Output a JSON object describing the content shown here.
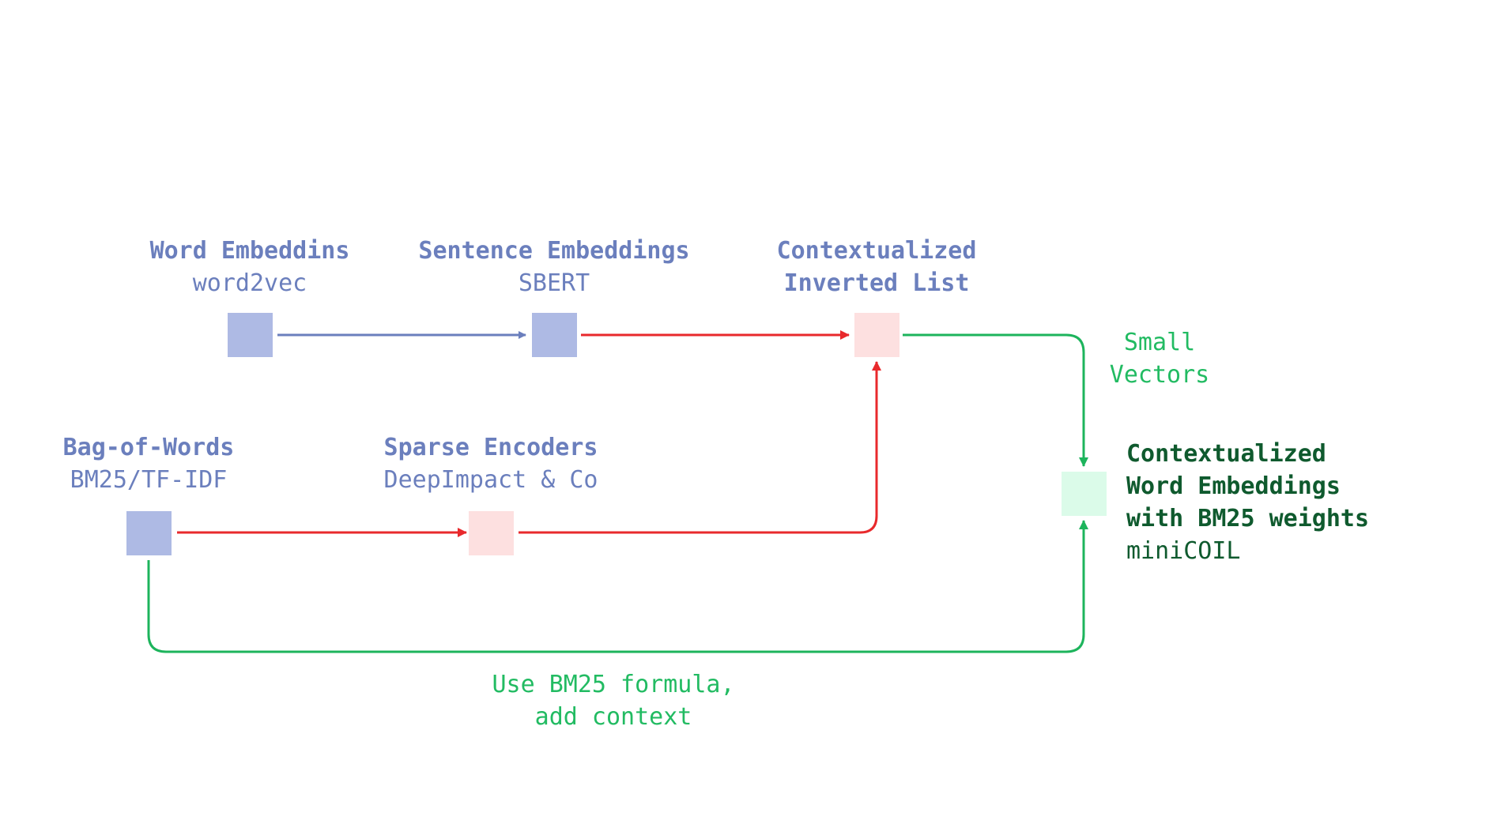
{
  "colors": {
    "blue_node": "#aebae4",
    "pink_node": "#fde0e0",
    "mint_node": "#dbfbe9",
    "blue_text": "#6b7fbd",
    "blue_edge": "#6b7fbd",
    "red_edge": "#e8292c",
    "green_edge": "#1db45c",
    "green_label": "#22bb62",
    "dark_green_text": "#0f5a2e"
  },
  "nodes": {
    "word_embeddings": {
      "title": "Word Embeddins",
      "subtitle": "word2vec"
    },
    "sentence_embeddings": {
      "title": "Sentence Embeddings",
      "subtitle": "SBERT"
    },
    "contextualized_inverted_list": {
      "title_line1": "Contextualized",
      "title_line2": "Inverted List"
    },
    "bag_of_words": {
      "title": "Bag-of-Words",
      "subtitle": "BM25/TF-IDF"
    },
    "sparse_encoders": {
      "title": "Sparse Encoders",
      "subtitle": "DeepImpact & Co"
    },
    "minicoil": {
      "title_line1": "Contextualized",
      "title_line2": "Word Embeddings",
      "title_line3": "with BM25 weights",
      "subtitle": "miniCOIL"
    }
  },
  "edge_labels": {
    "small_vectors_line1": "Small",
    "small_vectors_line2": "Vectors",
    "bm25_line1": "Use BM25 formula,",
    "bm25_line2": "add context"
  }
}
